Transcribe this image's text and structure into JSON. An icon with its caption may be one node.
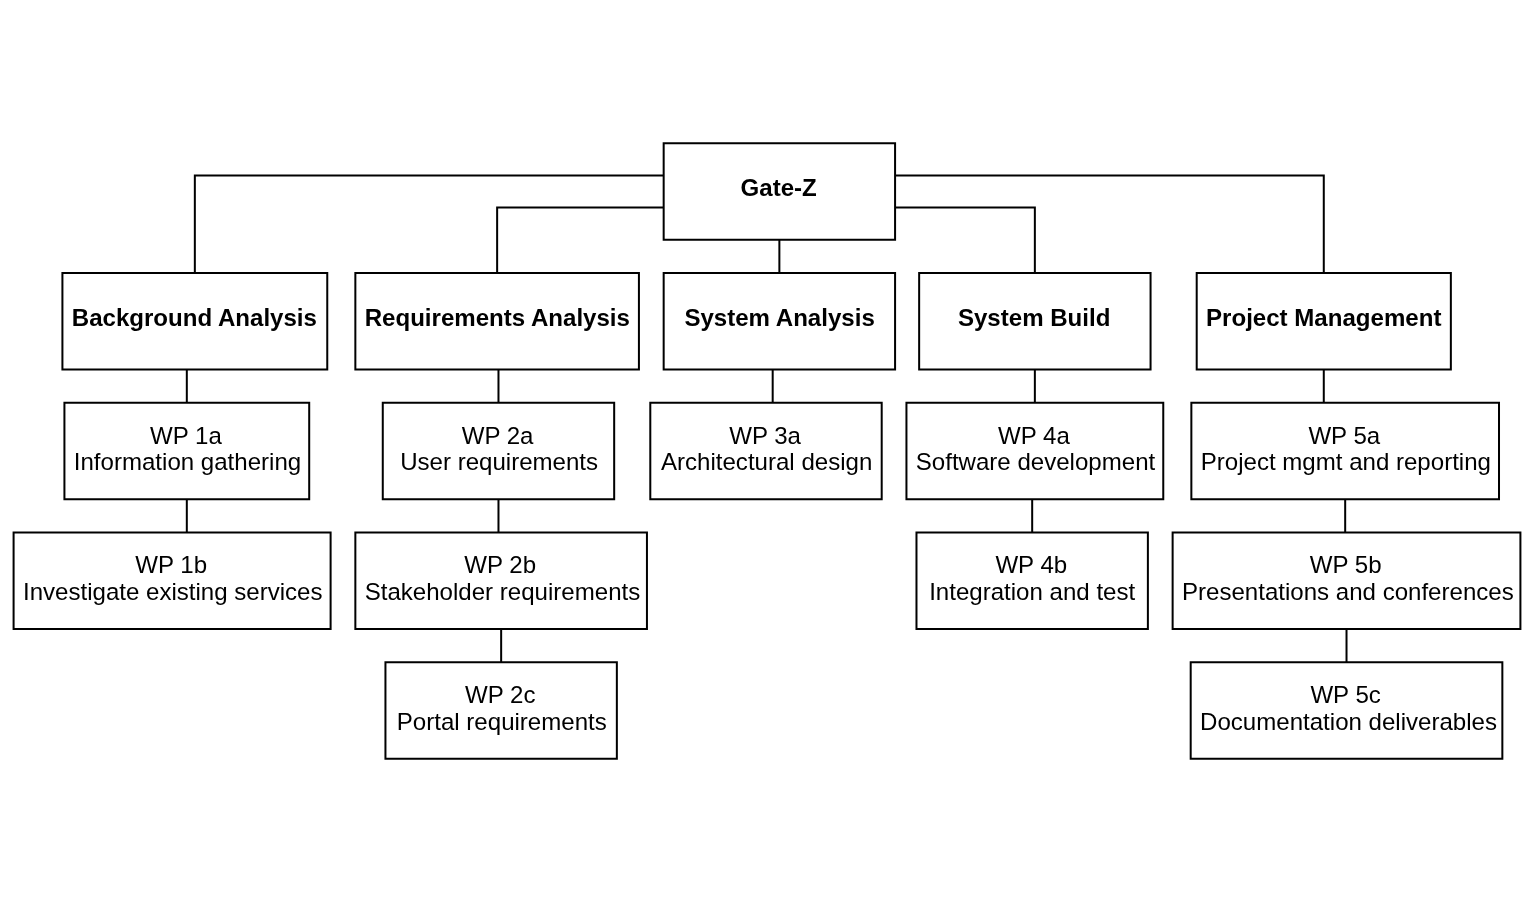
{
  "diagram": {
    "nodes": [
      {
        "text": [
          "Gate-Z"
        ]
      },
      {
        "text": [
          "Background Analysis"
        ]
      },
      {
        "text": [
          "Requirements Analysis"
        ]
      },
      {
        "text": [
          "System Analysis"
        ]
      },
      {
        "text": [
          "System Build"
        ]
      },
      {
        "text": [
          "Project Management"
        ]
      },
      {
        "text": [
          "WP 1a",
          "Information gathering"
        ]
      },
      {
        "text": [
          "WP 2a",
          "User requirements"
        ]
      },
      {
        "text": [
          "WP 3a",
          "Architectural design"
        ]
      },
      {
        "text": [
          "WP 4a",
          "Software development"
        ]
      },
      {
        "text": [
          "WP 5a",
          "Project mgmt and reporting"
        ]
      },
      {
        "text": [
          "WP 1b",
          "Investigate existing services"
        ]
      },
      {
        "text": [
          "WP 2b",
          "Stakeholder requirements"
        ]
      },
      {
        "text": [
          "WP 4b",
          "Integration and test"
        ]
      },
      {
        "text": [
          "WP 5b",
          "Presentations and conferences"
        ]
      },
      {
        "text": [
          "WP 2c",
          "Portal requirements"
        ]
      },
      {
        "text": [
          "WP 5c",
          "Documentation deliverables"
        ]
      }
    ],
    "edges": [
      {
        "from": 0,
        "to": 1,
        "arrow": "none"
      },
      {
        "from": 0,
        "to": 2,
        "arrow": "none"
      },
      {
        "from": 0,
        "to": 3,
        "arrow": "none"
      },
      {
        "from": 0,
        "to": 4,
        "arrow": "none"
      },
      {
        "from": 0,
        "to": 5,
        "arrow": "none"
      },
      {
        "from": 1,
        "to": 6,
        "arrow": "none"
      },
      {
        "from": 2,
        "to": 7,
        "arrow": "none"
      },
      {
        "from": 3,
        "to": 8,
        "arrow": "none"
      },
      {
        "from": 4,
        "to": 9,
        "arrow": "none"
      },
      {
        "from": 5,
        "to": 10,
        "arrow": "none"
      },
      {
        "from": 6,
        "to": 11,
        "arrow": "none"
      },
      {
        "from": 7,
        "to": 12,
        "arrow": "none"
      },
      {
        "from": 9,
        "to": 13,
        "arrow": "none"
      },
      {
        "from": 10,
        "to": 14,
        "arrow": "none"
      },
      {
        "from": 12,
        "to": 15,
        "arrow": "none"
      },
      {
        "from": 14,
        "to": 16,
        "arrow": "none"
      }
    ]
  }
}
